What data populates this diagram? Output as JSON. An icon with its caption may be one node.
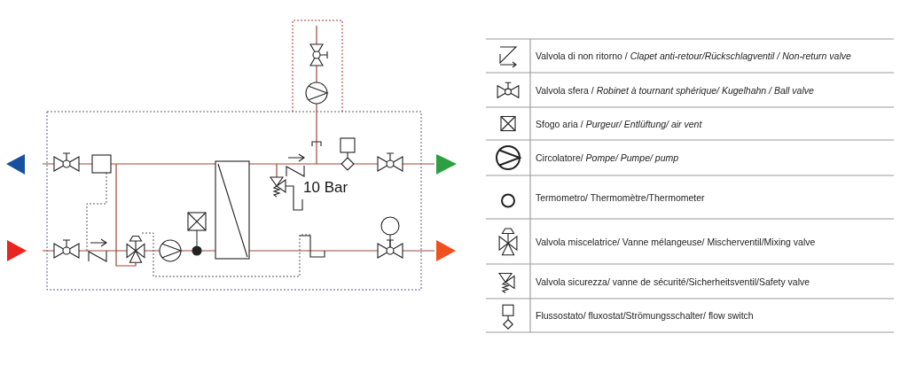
{
  "diagram": {
    "labels": [
      "10 Bar"
    ],
    "legend": [
      {
        "text": "Valvola di non ritorno / *Clapet anti-retour/Rückschlagventil / Non-return valve*"
      },
      {
        "text": "Valvola sfera / *Robinet à tournant sphérique/ Kugelhahn / Ball valve*"
      },
      {
        "text": "Sfogo aria / *Purgeur/ Entlüftung/  air vent*"
      },
      {
        "text": "Circolatore/ *Pompe/ Pumpe/ pump*"
      },
      {
        "text": "Termometro/ Thermomètre/Thermometer"
      },
      {
        "text": "Valvola miscelatrice/ Vanne mélangeuse/ Mischerventil/Mixing valve"
      },
      {
        "text": "Valvola sicurezza/ vanne de sécurité/Sicherheitsventil/Safety valve"
      },
      {
        "text": "Flussostato/ fluxostat/Strömungsschalter/ flow switch"
      }
    ]
  }
}
